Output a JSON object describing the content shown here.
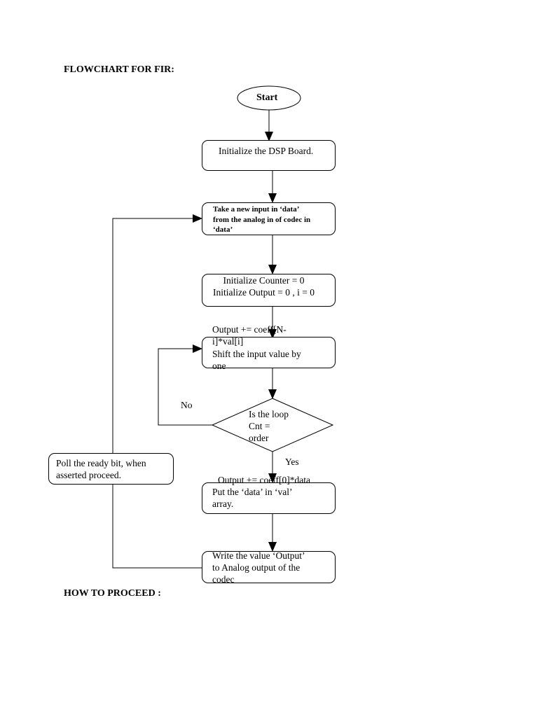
{
  "headings": {
    "title": "FLOWCHART FOR FIR:",
    "proceed": "HOW TO PROCEED :"
  },
  "nodes": {
    "start": "Start",
    "init_board": "Initialize the DSP Board.",
    "take_input": "Take a new input in ‘data’\nfrom the analog in of codec in\n‘data’",
    "init_counter": "Initialize Counter = 0\nInitialize Output = 0 , i = 0",
    "shift_output": "Output += coeff[N-\ni]*val[i]",
    "shift_input": "Shift the input value by\none",
    "decision": "Is the loop\nCnt =\norder",
    "final_output": "Output += coeff[0]*data",
    "put_data": "Put the ‘data’ in ‘val’\narray.",
    "write_output": "Write the value ‘Output’\nto Analog output of  the\ncodec",
    "poll": "Poll the ready bit, when\nasserted proceed."
  },
  "edge_labels": {
    "no": "No",
    "yes": "Yes"
  }
}
